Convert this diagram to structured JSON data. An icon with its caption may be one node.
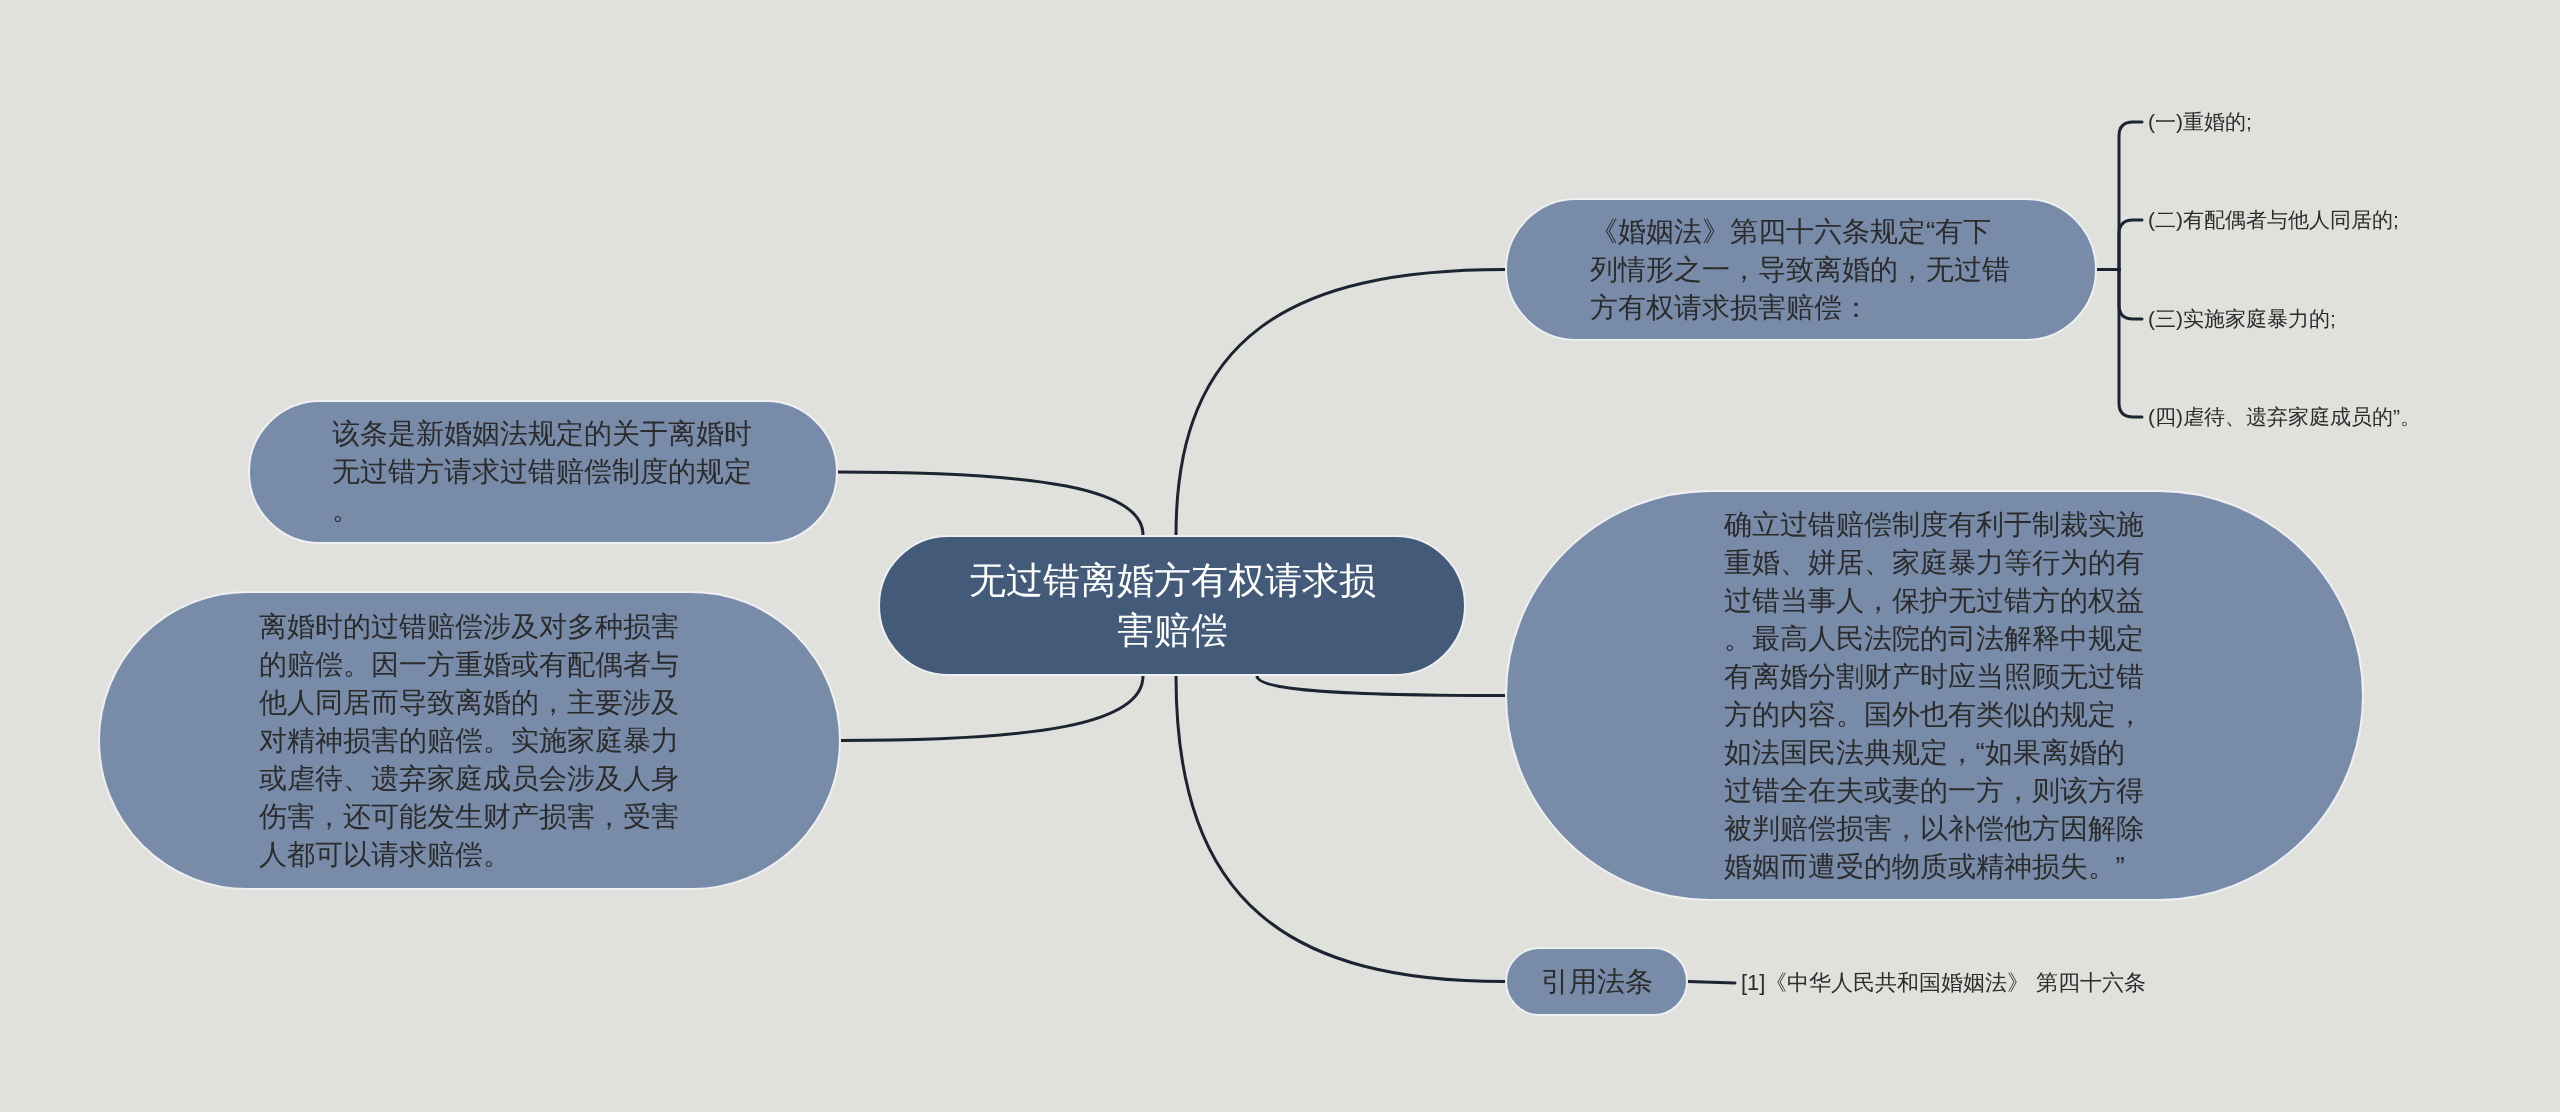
{
  "diagram": {
    "nodes": [
      {
        "text": [
          "无过错离婚方有权请求损害赔偿"
        ]
      },
      {
        "text": [
          "《婚姻法》第四十六条规定“有下列情形之一，导致离婚的，无过错方有权请求损害赔偿："
        ]
      },
      {
        "text": [
          "(一)重婚的;"
        ]
      },
      {
        "text": [
          "(二)有配偶者与他人同居的;"
        ]
      },
      {
        "text": [
          "(三)实施家庭暴力的;"
        ]
      },
      {
        "text": [
          "(四)虐待、遗弃家庭成员的”。"
        ]
      },
      {
        "text": [
          "该条是新婚姻法规定的关于离婚时无过错方请求过错赔偿制度的规定。"
        ]
      },
      {
        "text": [
          "离婚时的过错赔偿涉及对多种损害的赔偿。因一方重婚或有配偶者与他人同居而导致离婚的，主要涉及对精神损害的赔偿。实施家庭暴力或虐待、遗弃家庭成员会涉及人身伤害，还可能发生财产损害，受害人都可以请求赔偿。"
        ]
      },
      {
        "text": [
          "确立过错赔偿制度有利于制裁实施重婚、姘居、家庭暴力等行为的有过错当事人，保护无过错方的权益。最高人民法院的司法解释中规定有离婚分割财产时应当照顾无过错方的内容。国外也有类似的规定，如法国民法典规定，“如果离婚的过错全在夫或妻的一方，则该方得被判赔偿损害，以补偿他方因解除婚姻而遭受的物质或精神损失。”"
        ]
      },
      {
        "text": [
          "引用法条"
        ]
      },
      {
        "text": [
          "[1]《中华人民共和国婚姻法》 第四十六条"
        ]
      }
    ],
    "edges": [
      {
        "from": 0,
        "to": 1,
        "arrow": "none"
      },
      {
        "from": 1,
        "to": 2,
        "arrow": "none"
      },
      {
        "from": 1,
        "to": 3,
        "arrow": "none"
      },
      {
        "from": 1,
        "to": 4,
        "arrow": "none"
      },
      {
        "from": 1,
        "to": 5,
        "arrow": "none"
      },
      {
        "from": 0,
        "to": 6,
        "arrow": "none"
      },
      {
        "from": 0,
        "to": 7,
        "arrow": "none"
      },
      {
        "from": 0,
        "to": 8,
        "arrow": "none"
      },
      {
        "from": 0,
        "to": 9,
        "arrow": "none"
      },
      {
        "from": 9,
        "to": 10,
        "arrow": "none"
      }
    ]
  }
}
